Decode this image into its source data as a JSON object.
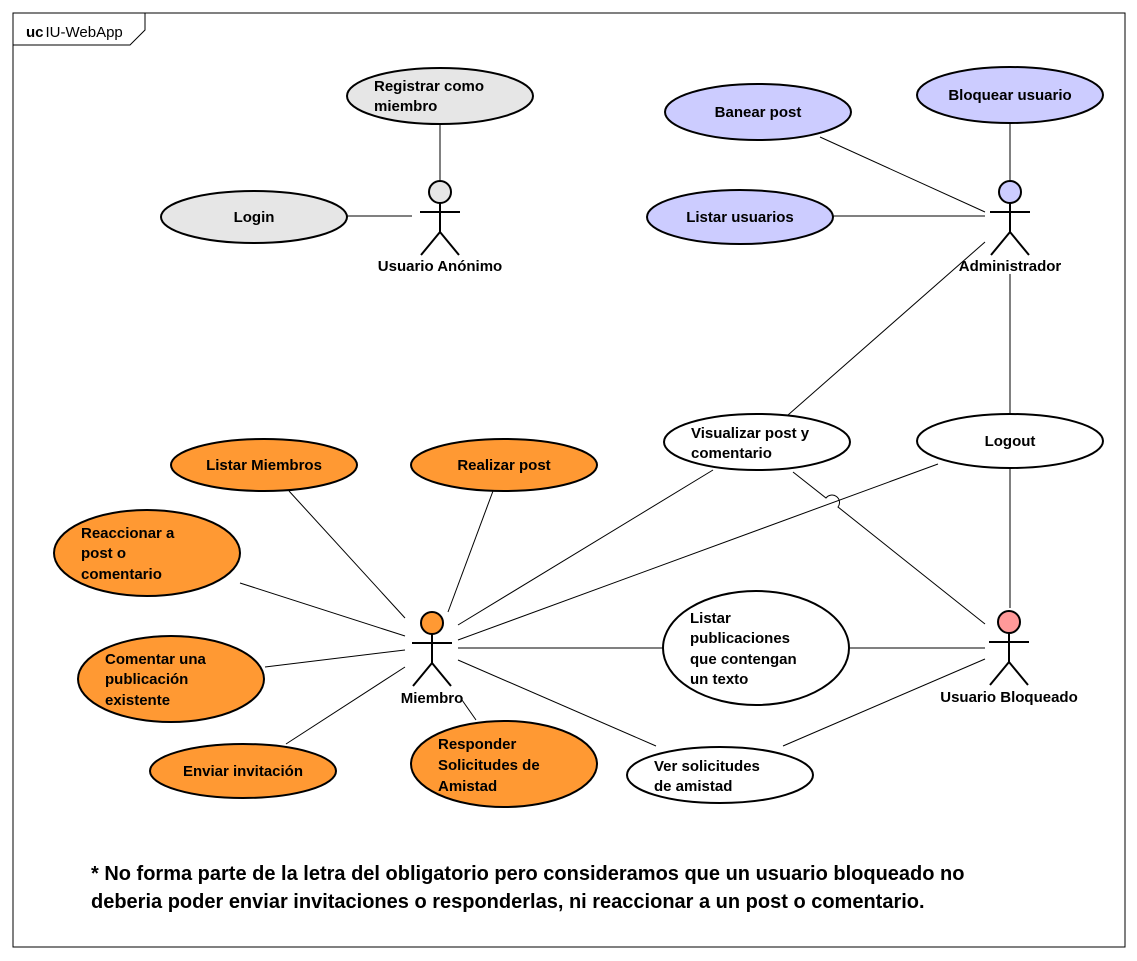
{
  "frame": {
    "keyword": "uc",
    "name": "IU-WebApp"
  },
  "colors": {
    "anonymous": "#e6e6e6",
    "admin": "#ccccff",
    "member": "#ff9933",
    "shared": "#ffffff",
    "blocked_head": "#ff9999",
    "admin_head": "#ccccff",
    "member_head": "#ff9933",
    "anon_head": "#e6e6e6"
  },
  "actors": {
    "anonymous": "Usuario Anónimo",
    "admin": "Administrador",
    "member": "Miembro",
    "blocked": "Usuario  Bloqueado"
  },
  "use_cases": {
    "register": [
      "Registrar como",
      "miembro"
    ],
    "login": [
      "Login"
    ],
    "ban_post": [
      "Banear post"
    ],
    "block_user": [
      "Bloquear usuario"
    ],
    "list_users": [
      "Listar usuarios"
    ],
    "view_post": [
      "Visualizar post y",
      "comentario"
    ],
    "logout": [
      "Logout"
    ],
    "list_members": [
      "Listar Miembros"
    ],
    "create_post": [
      "Realizar post"
    ],
    "react": [
      "Reaccionar a",
      "post o",
      "comentario"
    ],
    "comment": [
      "Comentar una",
      "publicación",
      "existente"
    ],
    "invite": [
      "Enviar invitación"
    ],
    "respond": [
      "Responder",
      "Solicitudes de",
      "Amistad"
    ],
    "list_posts": [
      "Listar",
      "publicaciones",
      "que contengan",
      "un texto"
    ],
    "view_requests": [
      "Ver solicitudes",
      "de amistad"
    ]
  },
  "note": [
    "* No forma parte de la letra del obligatorio pero consideramos que un usuario bloqueado no",
    "deberia poder enviar invitaciones o responderlas, ni reaccionar a un post o comentario."
  ]
}
